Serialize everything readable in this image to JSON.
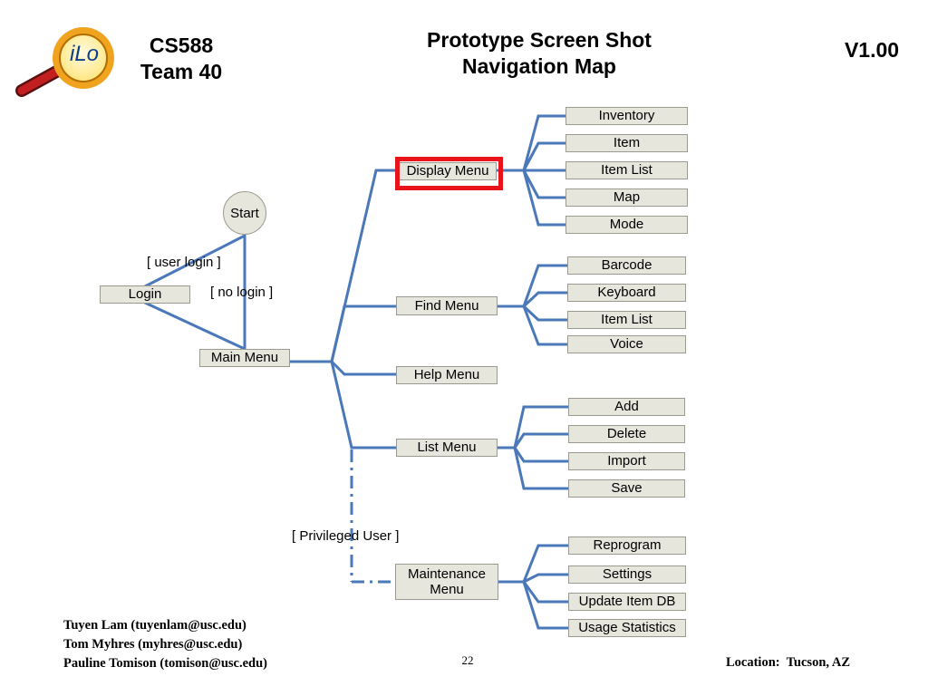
{
  "header": {
    "course": "CS588",
    "team": "Team 40",
    "title_line1": "Prototype Screen Shot",
    "title_line2": "Navigation Map",
    "version": "V1.00",
    "logo_text": "iLo"
  },
  "nodes": {
    "start": "Start",
    "login": "Login",
    "main_menu": "Main Menu",
    "display_menu": "Display Menu",
    "find_menu": "Find Menu",
    "help_menu": "Help Menu",
    "list_menu": "List Menu",
    "maintenance_menu_line1": "Maintenance",
    "maintenance_menu_line2": "Menu"
  },
  "edge_labels": {
    "user_login": "[ user login ]",
    "no_login": "[ no login ]",
    "privileged_user": "[ Privileged User ]"
  },
  "display_items": [
    "Inventory",
    "Item",
    "Item List",
    "Map",
    "Mode"
  ],
  "find_items": [
    "Barcode",
    "Keyboard",
    "Item List",
    "Voice"
  ],
  "list_items": [
    "Add",
    "Delete",
    "Import",
    "Save"
  ],
  "maintenance_items": [
    "Reprogram",
    "Settings",
    "Update Item DB",
    "Usage Statistics"
  ],
  "footer": {
    "authors": [
      "Tuyen Lam (tuyenlam@usc.edu)",
      "Tom Myhres (myhres@usc.edu)",
      "Pauline Tomison (tomison@usc.edu)"
    ],
    "page_number": "22",
    "location": "Location:  Tucson, AZ"
  },
  "colors": {
    "connector": "#4a78b8",
    "highlight": "#e8141a",
    "node_fill": "#e6e6dc"
  }
}
